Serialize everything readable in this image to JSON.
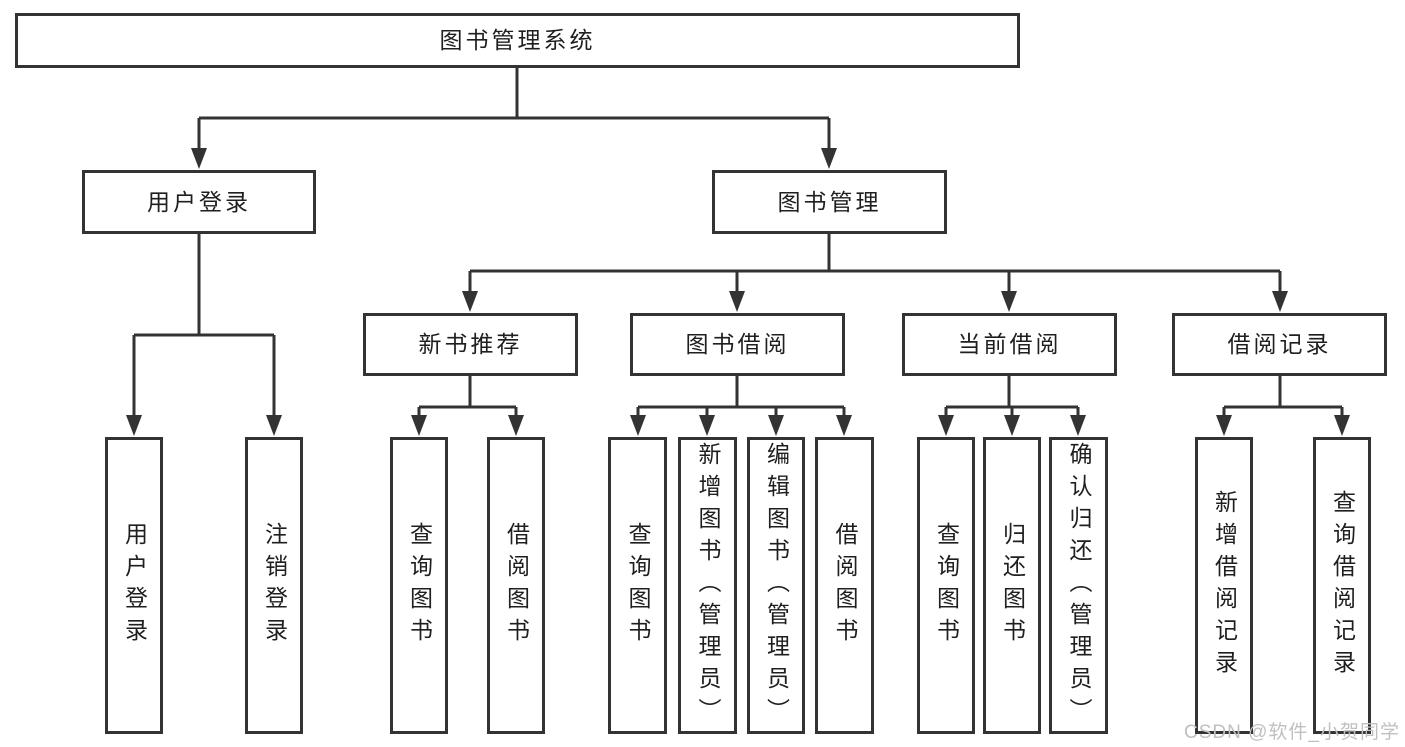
{
  "tree": {
    "root": "图书管理系统",
    "branches": [
      {
        "label": "用户登录",
        "children": [
          "用户登录",
          "注销登录"
        ]
      },
      {
        "label": "图书管理",
        "sections": [
          {
            "label": "新书推荐",
            "children": [
              "查询图书",
              "借阅图书"
            ]
          },
          {
            "label": "图书借阅",
            "children": [
              "查询图书",
              "新增图书（管理员）",
              "编辑图书（管理员）",
              "借阅图书"
            ]
          },
          {
            "label": "当前借阅",
            "children": [
              "查询图书",
              "归还图书",
              "确认归还（管理员）"
            ]
          },
          {
            "label": "借阅记录",
            "children": [
              "新增借阅记录",
              "查询借阅记录"
            ]
          }
        ]
      }
    ]
  },
  "watermark": "CSDN @软件_小贺同学",
  "colors": {
    "line": "#333333",
    "text": "#1f1f1f",
    "box_background": "#ffffff",
    "page_background": "#ffffff",
    "watermark": "#c0c0c0"
  }
}
